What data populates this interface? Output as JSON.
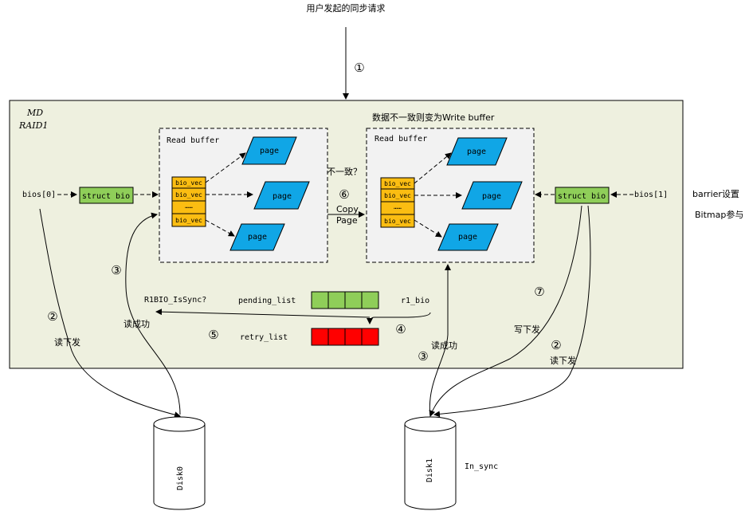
{
  "top_request": "用户发起的同步请求",
  "step1": "①",
  "md_title": "MD",
  "raid_title": "RAID1",
  "write_buffer_note": "数据不一致则变为Write buffer",
  "left": {
    "bios": "bios[0]",
    "struct_bio": "struct bio",
    "buffer_title": "Read buffer",
    "bio_vecs": [
      "bio_vec",
      "bio_vec",
      "……",
      "bio_vec"
    ],
    "pages": [
      "page",
      "page",
      "page"
    ]
  },
  "right": {
    "bios": "bios[1]",
    "struct_bio": "struct bio",
    "buffer_title": "Read buffer",
    "bio_vecs": [
      "bio_vec",
      "bio_vec",
      "……",
      "bio_vec"
    ],
    "pages": [
      "page",
      "page",
      "page"
    ]
  },
  "inconsistent": "不一致？",
  "step6": "⑥",
  "copy_line1": "Copy",
  "copy_line2": "Page",
  "r1bio_issync": "R1BIO_IsSync?",
  "pending_list": "pending_list",
  "retry_list": "retry_list",
  "r1_bio": "r1_bio",
  "step3_left": "③",
  "read_ok_left": "读成功",
  "step2_left": "②",
  "read_issue_left": "读下发",
  "step5": "⑤",
  "step4": "④",
  "step3_right": "③",
  "read_ok_right": "读成功",
  "step7": "⑦",
  "write_issue": "写下发",
  "step2_right": "②",
  "read_issue_right": "读下发",
  "barrier": "barrier设置",
  "bitmap": "Bitmap参与",
  "disk0": "Disk0",
  "disk1": "Disk1",
  "in_sync": "In_sync",
  "colors": {
    "panel_bg": "#eef0df",
    "struct_bio": "#8fce59",
    "bio_vec": "#fbbd12",
    "page": "#10a6e6",
    "pending": "#8fce59",
    "retry": "#ff0000",
    "buffer_bg": "#f2f2f2"
  }
}
